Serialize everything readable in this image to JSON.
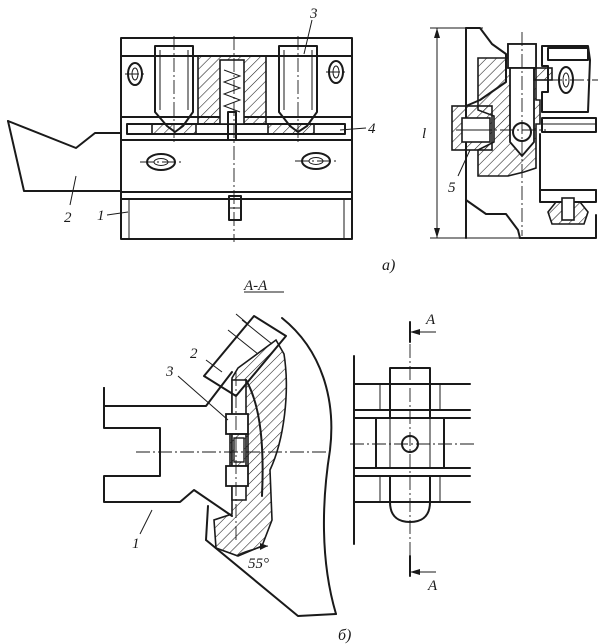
{
  "figure": {
    "views": {
      "top": {
        "caption": "a)"
      },
      "bottom": {
        "caption": "б)",
        "section_title": "A-A"
      }
    },
    "callouts": {
      "top_front": [
        "3",
        "4",
        "2",
        "1"
      ],
      "top_side": [
        "5"
      ],
      "dimension_l": "l",
      "bottom_section": [
        "2",
        "3",
        "1"
      ],
      "angle": "55°",
      "cut_mark_upper": "A",
      "cut_mark_lower": "A"
    }
  }
}
